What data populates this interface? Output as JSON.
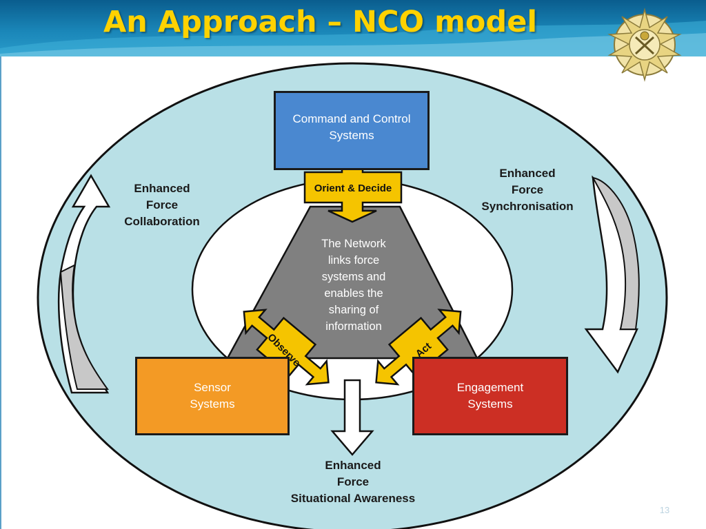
{
  "slide": {
    "title": "An Approach – NCO model",
    "page_number": "13"
  },
  "colors": {
    "title": "#ffd200",
    "header": "#1a86b8",
    "outer_ring": "#b9e0e6",
    "network": "#808080",
    "connector": "#f5c400",
    "command_box": "#4a88d0",
    "sensor_box": "#f39a25",
    "engagement_box": "#cc2f24"
  },
  "boxes": {
    "command_control": "Command and Control\nSystems",
    "sensor": "Sensor\nSystems",
    "engagement": "Engagement\nSystems"
  },
  "network": {
    "text": "The Network\nlinks force\nsystems and\nenables the\nsharing of\ninformation"
  },
  "connectors": {
    "orient_decide": "Orient & Decide",
    "observe": "Observe",
    "act": "Act"
  },
  "outcomes": {
    "collaboration": "Enhanced\nForce\nCollaboration",
    "synchronisation": "Enhanced\nForce\nSynchronisation",
    "situational_awareness": "Enhanced\nForce\nSituational Awareness"
  }
}
